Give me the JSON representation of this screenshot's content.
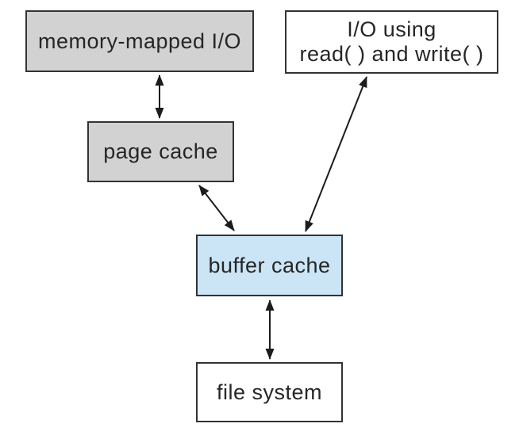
{
  "diagram": {
    "background_color": "#ffffff",
    "box_border_color": "#333333",
    "arrow_color": "#1c1c1c",
    "text_color": "#262626",
    "nodes": [
      {
        "id": "memory-mapped-io",
        "label": "memory-mapped I/O",
        "fill": "#d2d2d2"
      },
      {
        "id": "io-read-write",
        "label_line1": "I/O using",
        "label_line2": "read( ) and write( )",
        "fill": "#ffffff"
      },
      {
        "id": "page-cache",
        "label": "page cache",
        "fill": "#d2d2d2"
      },
      {
        "id": "buffer-cache",
        "label": "buffer cache",
        "fill": "#cbe5f7"
      },
      {
        "id": "file-system",
        "label": "file system",
        "fill": "#ffffff"
      }
    ],
    "edges": [
      {
        "from": "memory-mapped-io",
        "to": "page-cache",
        "type": "bidirectional-arrow"
      },
      {
        "from": "page-cache",
        "to": "buffer-cache",
        "type": "bidirectional-arrow"
      },
      {
        "from": "io-read-write",
        "to": "buffer-cache",
        "type": "bidirectional-arrow"
      },
      {
        "from": "buffer-cache",
        "to": "file-system",
        "type": "bidirectional-arrow"
      }
    ]
  }
}
